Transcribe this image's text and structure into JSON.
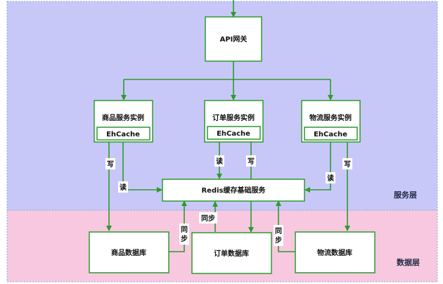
{
  "diagram": {
    "layers": {
      "service": "服务层",
      "data": "数据层"
    },
    "nodes": {
      "api_gateway": "API网关",
      "product_service": "商品服务实例",
      "order_service": "订单服务实例",
      "logistics_service": "物流服务实例",
      "ehcache": "EhCache",
      "redis": "Redis缓存基础服务",
      "product_db": "商品数据库",
      "order_db": "订单数据库",
      "logistics_db": "物流数据库"
    },
    "edge_labels": {
      "write": "写",
      "read": "读",
      "sync_vertical": "同\n步",
      "sync_horizontal": "同步"
    },
    "colors": {
      "service_layer_fill": "#c8c8f8",
      "data_layer_fill": "#f8c8e0",
      "layer_border": "#8ab0d8",
      "node_fill": "#ffffff",
      "node_border": "#2e9a2e",
      "arrow": "#2e9a2e"
    }
  }
}
